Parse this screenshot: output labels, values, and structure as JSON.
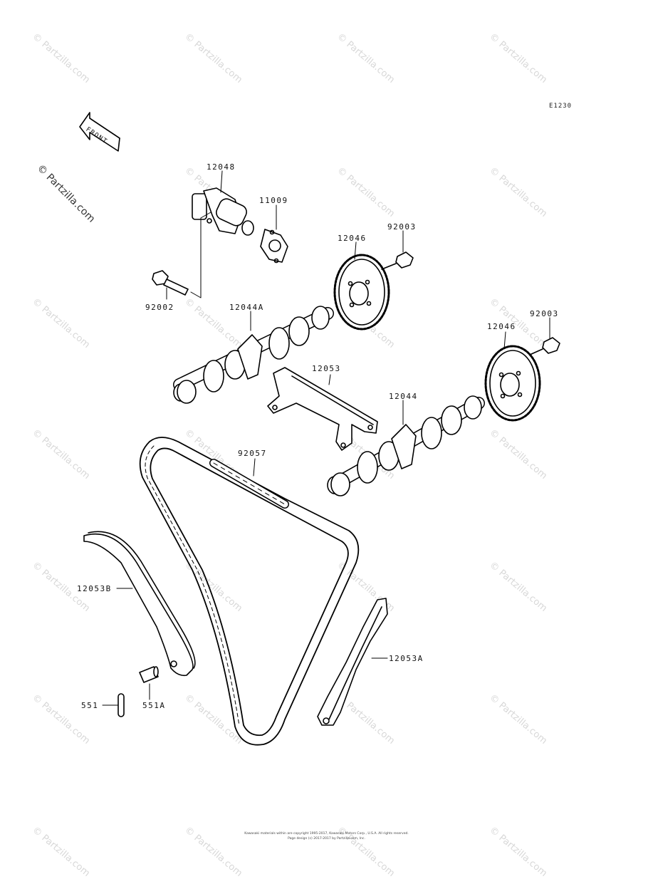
{
  "diagram_code": "E1230",
  "front_label": "FRONT",
  "watermark": "© Partzilla.com",
  "parts": [
    {
      "id": "p-12048",
      "label": "12048"
    },
    {
      "id": "p-11009",
      "label": "11009"
    },
    {
      "id": "p-12046a",
      "label": "12046"
    },
    {
      "id": "p-92003a",
      "label": "92003"
    },
    {
      "id": "p-92002",
      "label": "92002"
    },
    {
      "id": "p-12044A",
      "label": "12044A"
    },
    {
      "id": "p-92003b",
      "label": "92003"
    },
    {
      "id": "p-12046b",
      "label": "12046"
    },
    {
      "id": "p-12053",
      "label": "12053"
    },
    {
      "id": "p-12044",
      "label": "12044"
    },
    {
      "id": "p-92057",
      "label": "92057"
    },
    {
      "id": "p-12053B",
      "label": "12053B"
    },
    {
      "id": "p-12053A",
      "label": "12053A"
    },
    {
      "id": "p-551",
      "label": "551"
    },
    {
      "id": "p-551A",
      "label": "551A"
    }
  ],
  "footer": {
    "line1": "Kawasaki materials within are copyright 1995-2017, Kawasaki Motors Corp., U.S.A. All rights reserved.",
    "line2": "Page design (c) 2017-2017 by Partzilla.com, Inc."
  }
}
